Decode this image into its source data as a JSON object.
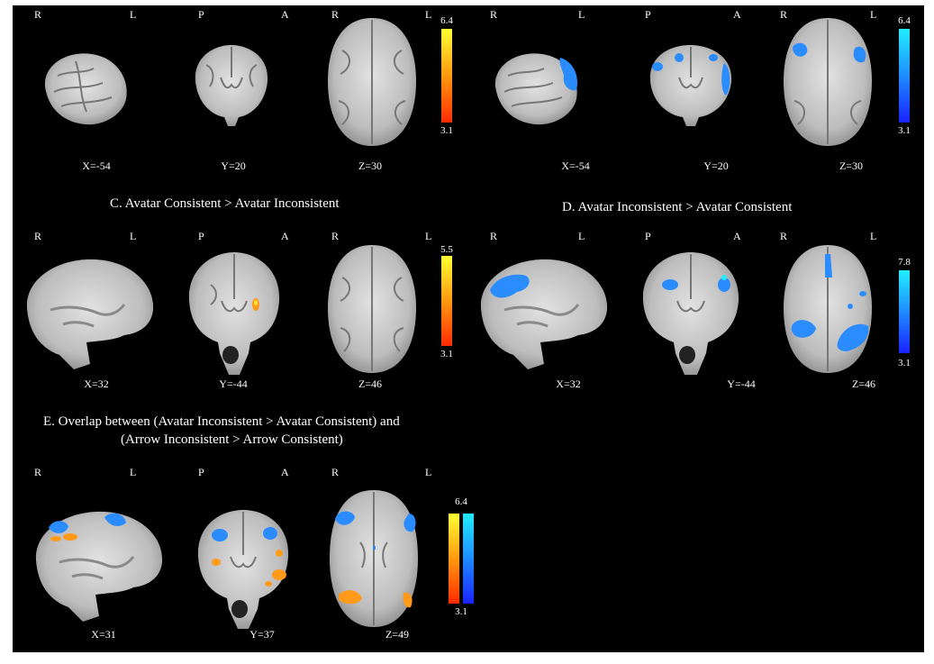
{
  "panels": {
    "A": {
      "orient": [
        {
          "l": "R",
          "r": "L"
        },
        {
          "l": "P",
          "r": "A"
        },
        {
          "l": "R",
          "r": "L"
        }
      ],
      "coords": [
        "X=-54",
        "Y=20",
        "Z=30"
      ],
      "scale": {
        "max": "6.4",
        "min": "3.1"
      }
    },
    "B": {
      "orient": [
        {
          "l": "R",
          "r": "L"
        },
        {
          "l": "P",
          "r": "A"
        },
        {
          "l": "R",
          "r": "L"
        }
      ],
      "coords": [
        "X=-54",
        "Y=20",
        "Z=30"
      ],
      "scale": {
        "max": "6.4",
        "min": "3.1"
      }
    },
    "C": {
      "title": "C. Avatar Consistent > Avatar Inconsistent",
      "orient": [
        {
          "l": "R",
          "r": "L"
        },
        {
          "l": "P",
          "r": "A"
        },
        {
          "l": "R",
          "r": "L"
        }
      ],
      "coords": [
        "X=32",
        "Y=-44",
        "Z=46"
      ],
      "scale": {
        "max": "5.5",
        "min": "3.1"
      }
    },
    "D": {
      "title": "D. Avatar Inconsistent > Avatar Consistent",
      "orient": [
        {
          "l": "R",
          "r": "L"
        },
        {
          "l": "P",
          "r": "A"
        },
        {
          "l": "R",
          "r": "L"
        }
      ],
      "coords": [
        "X=32",
        "Y=-44",
        "Z=46"
      ],
      "scale": {
        "max": "7.8",
        "min": "3.1"
      }
    },
    "E": {
      "title_line1": "E. Overlap between (Avatar Inconsistent > Avatar Consistent) and",
      "title_line2": "(Arrow Inconsistent > Arrow Consistent)",
      "orient": [
        {
          "l": "R",
          "r": "L"
        },
        {
          "l": "P",
          "r": "A"
        },
        {
          "l": "R",
          "r": "L"
        }
      ],
      "coords": [
        "X=31",
        "Y=37",
        "Z=49"
      ],
      "scale": {
        "max": "6.4",
        "min": "3.1"
      }
    }
  },
  "colors": {
    "background": "#000000",
    "hot_top": "#ffff33",
    "hot_bottom": "#ff2a00",
    "cool_top": "#22eeff",
    "cool_bottom": "#1a22ff",
    "blob_blue": "#2a8cff",
    "blob_orange": "#ff9a1a"
  }
}
